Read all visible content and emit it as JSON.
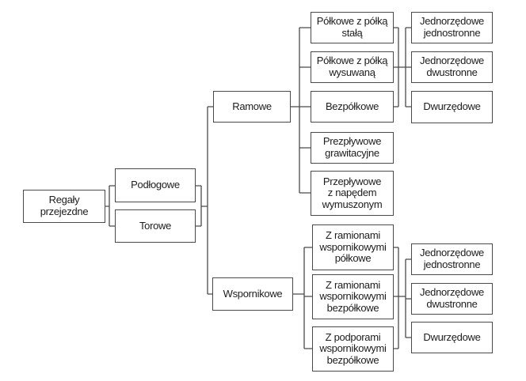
{
  "colors": {
    "background": "#ffffff",
    "box_border": "#4a4a4a",
    "connector_line": "#4a4a4a",
    "text": "#1c1c1c"
  },
  "nodes": {
    "root": {
      "label": "Regały\nprzejezdne"
    },
    "level2": [
      {
        "label": "Podłogowe"
      },
      {
        "label": "Torowe"
      }
    ],
    "level3": [
      {
        "label": "Ramowe"
      },
      {
        "label": "Wspornikowe"
      }
    ],
    "ramowe_children": [
      {
        "label": "Półkowe z półką\nstałą"
      },
      {
        "label": "Półkowe z półką\nwysuwaną"
      },
      {
        "label": "Bezpółkowe"
      },
      {
        "label": "Prezpływowe\ngrawitacyjne"
      },
      {
        "label": "Przepływowe\nz napędem\nwymuszonym"
      }
    ],
    "ramowe_grandchildren": [
      {
        "label": "Jednorzędowe\njednostronne"
      },
      {
        "label": "Jednorzędowe\ndwustronne"
      },
      {
        "label": "Dwurzędowe"
      }
    ],
    "wspornikowe_children": [
      {
        "label": "Z ramionami\nwspornikowymi\npółkowe"
      },
      {
        "label": "Z ramionami\nwspornikowymi\nbezpółkowe"
      },
      {
        "label": "Z podporami\nwspornikowymi\nbezpółkowe"
      }
    ],
    "wspornikowe_grandchildren": [
      {
        "label": "Jednorzędowe\njednostronne"
      },
      {
        "label": "Jednorzędowe\ndwustronne"
      },
      {
        "label": "Dwurzędowe"
      }
    ]
  }
}
